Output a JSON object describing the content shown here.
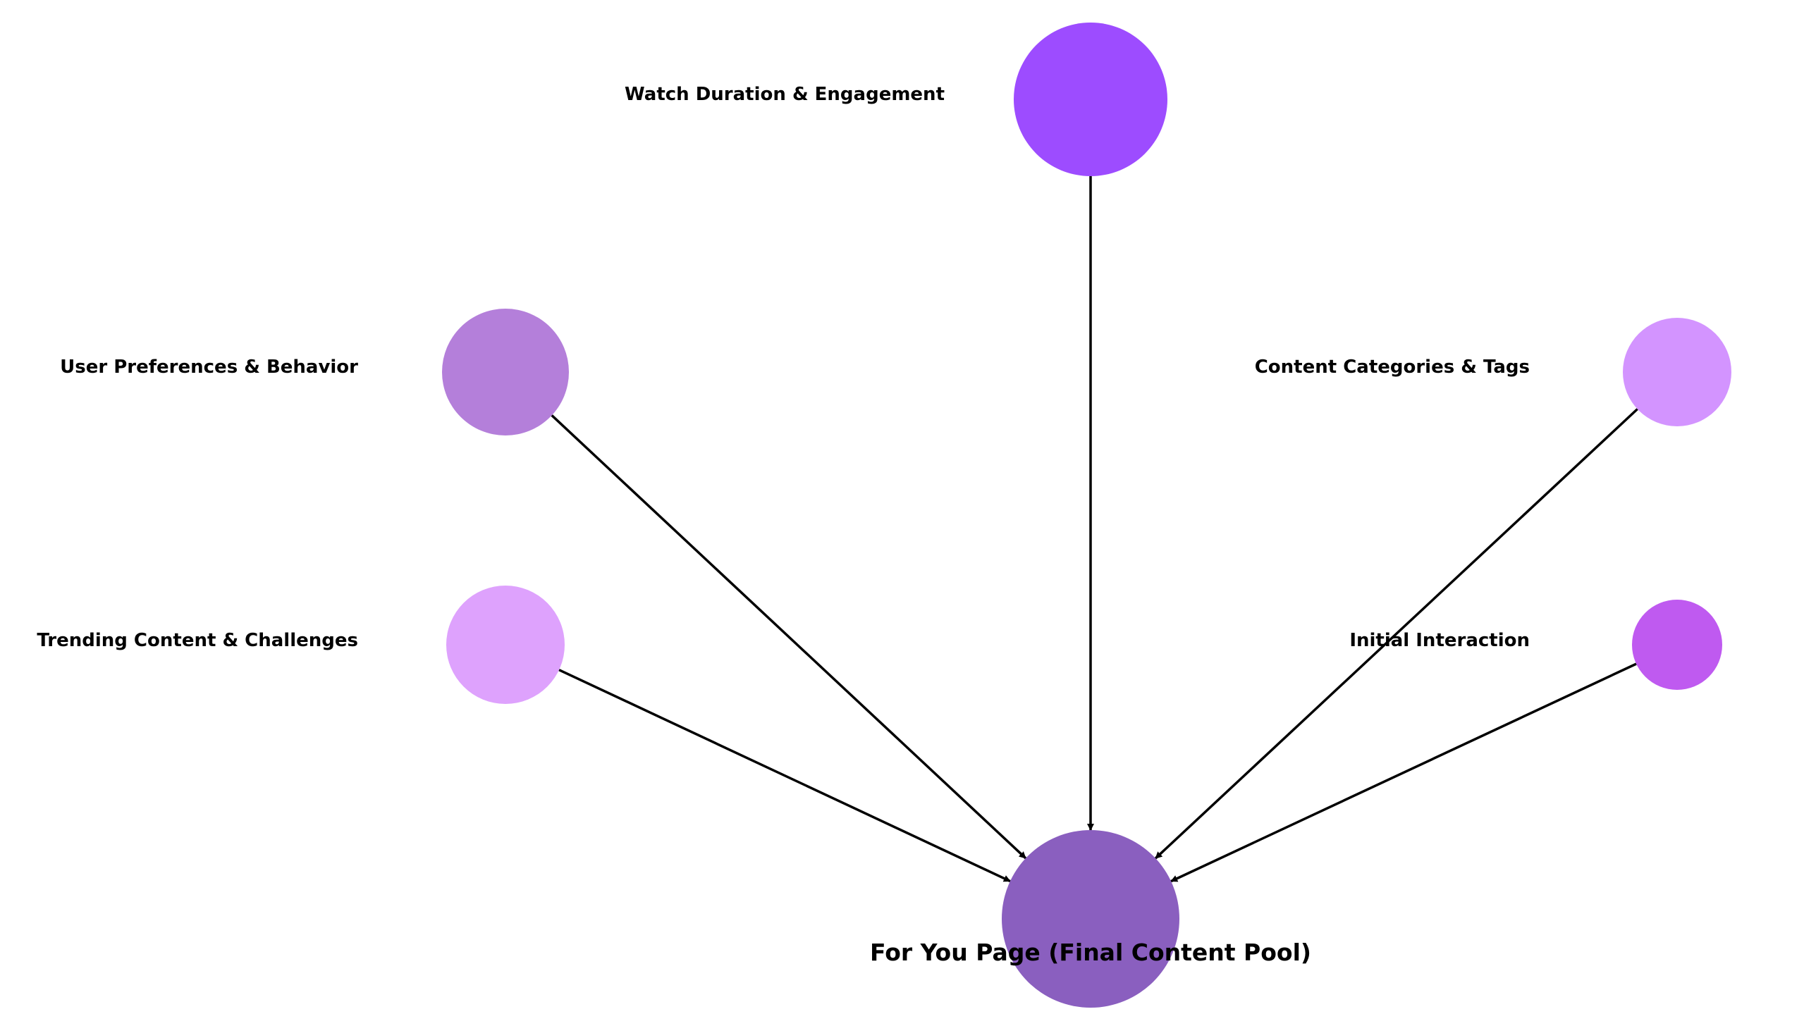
{
  "nodes": [
    {
      "id": "watch",
      "label": "Watch Duration & Engagement",
      "color": "#9d4cff"
    },
    {
      "id": "prefs",
      "label": "User Preferences & Behavior",
      "color": "#b47fda"
    },
    {
      "id": "categories",
      "label": "Content Categories & Tags",
      "color": "#d394ff"
    },
    {
      "id": "trending",
      "label": "Trending Content & Challenges",
      "color": "#dea2fd"
    },
    {
      "id": "initial",
      "label": "Initial Interaction",
      "color": "#bf5af0"
    },
    {
      "id": "fyp",
      "label": "For You Page (Final Content Pool)",
      "color": "#8a5fbf"
    }
  ],
  "edges": [
    {
      "from": "watch",
      "to": "fyp"
    },
    {
      "from": "prefs",
      "to": "fyp"
    },
    {
      "from": "categories",
      "to": "fyp"
    },
    {
      "from": "trending",
      "to": "fyp"
    },
    {
      "from": "initial",
      "to": "fyp"
    }
  ]
}
